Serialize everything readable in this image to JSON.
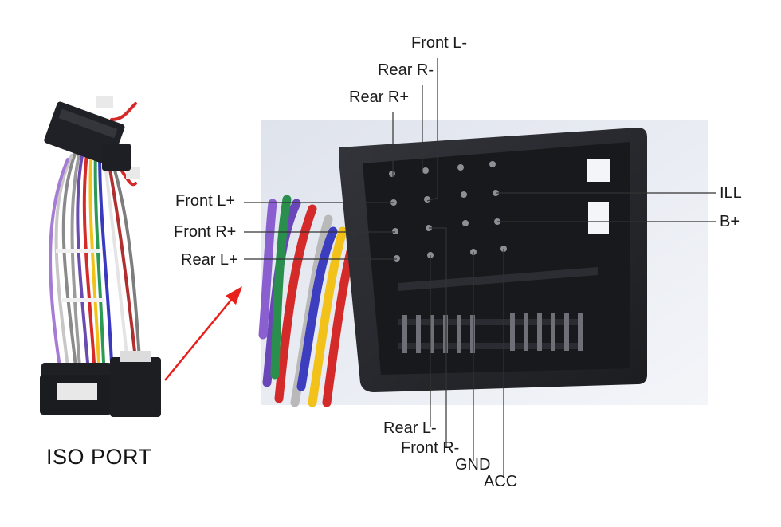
{
  "caption": "ISO PORT",
  "pins": {
    "front_l_minus": "Front L-",
    "rear_r_minus": "Rear R-",
    "rear_r_plus": "Rear R+",
    "front_l_plus": "Front L+",
    "front_r_plus": "Front R+",
    "rear_l_plus": "Rear L+",
    "ill": "ILL",
    "b_plus": "B+",
    "rear_l_minus": "Rear L-",
    "front_r_minus": "Front R-",
    "gnd": "GND",
    "acc": "ACC"
  },
  "colors": {
    "arrow": "#e8201c",
    "leader": "#333333",
    "connector": "#26262b",
    "photo_bg": "#e9ecf3"
  }
}
